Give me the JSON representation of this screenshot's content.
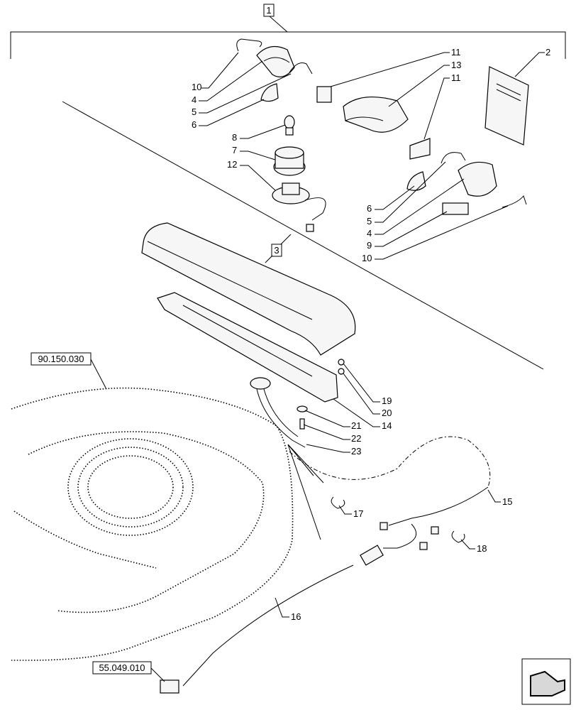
{
  "callouts": {
    "main_box": "1",
    "sub_box": "3",
    "ref_roof": "90.150.030",
    "ref_harness": "55.049.010"
  },
  "labels": {
    "l10a": "10",
    "l4a": "4",
    "l5a": "5",
    "l6a": "6",
    "l8": "8",
    "l7": "7",
    "l12": "12",
    "l11a": "11",
    "l13": "13",
    "l11b": "11",
    "l2": "2",
    "l6b": "6",
    "l5b": "5",
    "l4b": "4",
    "l9": "9",
    "l10b": "10",
    "l19": "19",
    "l20": "20",
    "l14": "14",
    "l21": "21",
    "l22": "22",
    "l23": "23",
    "l15": "15",
    "l17": "17",
    "l18": "18",
    "l16": "16"
  },
  "icons": {
    "nav": "arrow-back-icon"
  }
}
